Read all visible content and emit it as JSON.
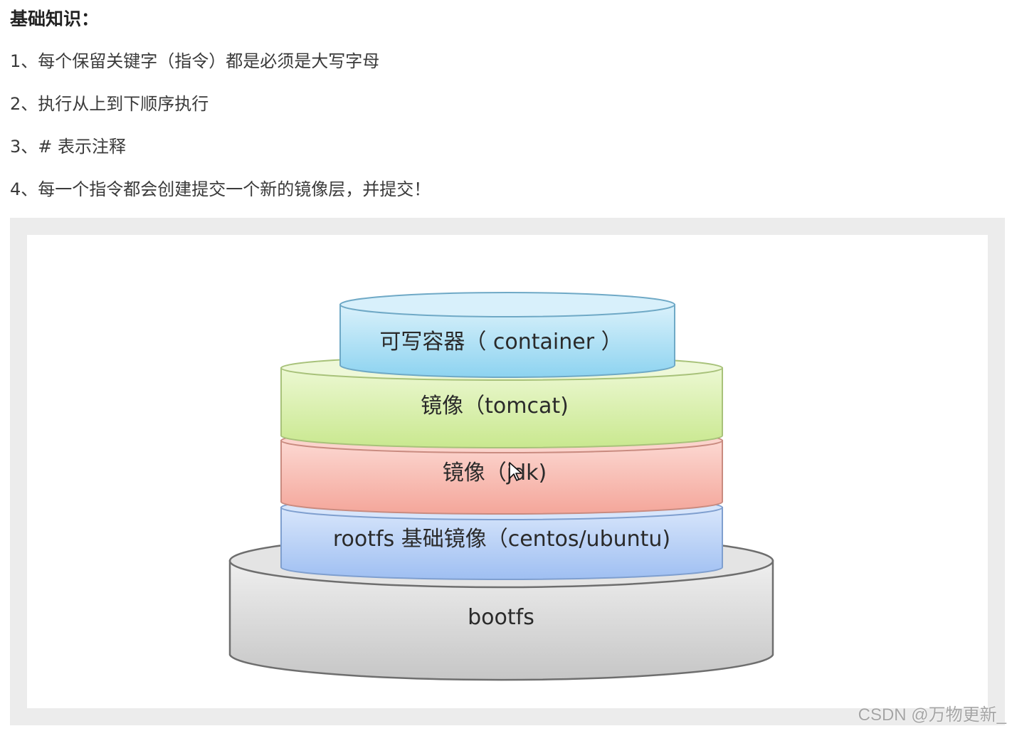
{
  "heading": "基础知识：",
  "rules": [
    "1、每个保留关键字（指令）都是必须是大写字母",
    "2、执行从上到下顺序执行",
    "3、# 表示注释",
    "4、每一个指令都会创建提交一个新的镜像层，并提交！"
  ],
  "diagram": {
    "layers": {
      "container": "可写容器（ container ）",
      "tomcat": "镜像（tomcat)",
      "jdk": "镜像（jdk)",
      "rootfs": "rootfs 基础镜像（centos/ubuntu)",
      "bootfs": "bootfs"
    },
    "colors": {
      "container": "#bfe6f7",
      "tomcat": "#dff2b8",
      "jdk": "#f9c4bb",
      "rootfs": "#c4d8f8",
      "bootfs": "#d9d9d9"
    }
  },
  "watermark": "CSDN @万物更新_"
}
